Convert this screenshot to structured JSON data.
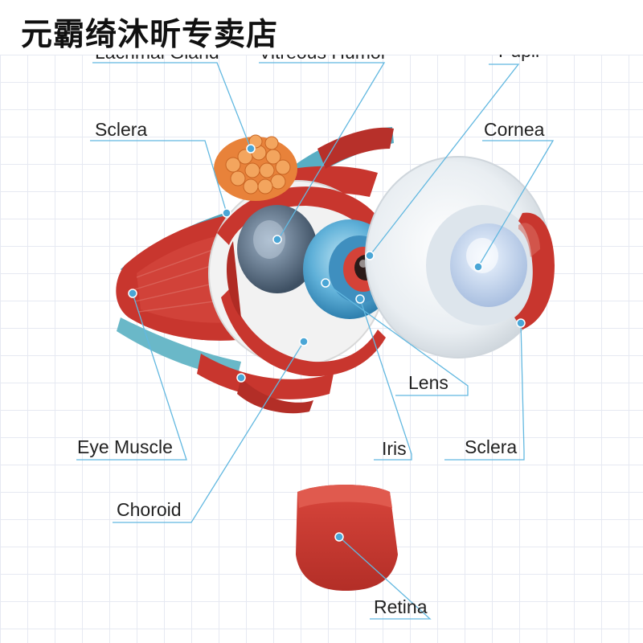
{
  "store_name": "元霸绮沐昕专卖店",
  "labels": {
    "lacrimal_gland": "Lacrimal Gland",
    "vitreous_humor": "Vitreous Humor",
    "pupil": "Pupil",
    "sclera_left": "Sclera",
    "cornea": "Cornea",
    "lens": "Lens",
    "eye_muscle": "Eye Muscle",
    "iris": "Iris",
    "sclera_right": "Sclera",
    "choroid": "Choroid",
    "retina": "Retina"
  },
  "colors": {
    "muscle": "#c8362e",
    "muscle_dark": "#9e2620",
    "cornea_blue": "#5fb0d8",
    "sclera_white": "#f2f2f2",
    "gland": "#e8823a",
    "leader_line": "#62b8e0"
  }
}
